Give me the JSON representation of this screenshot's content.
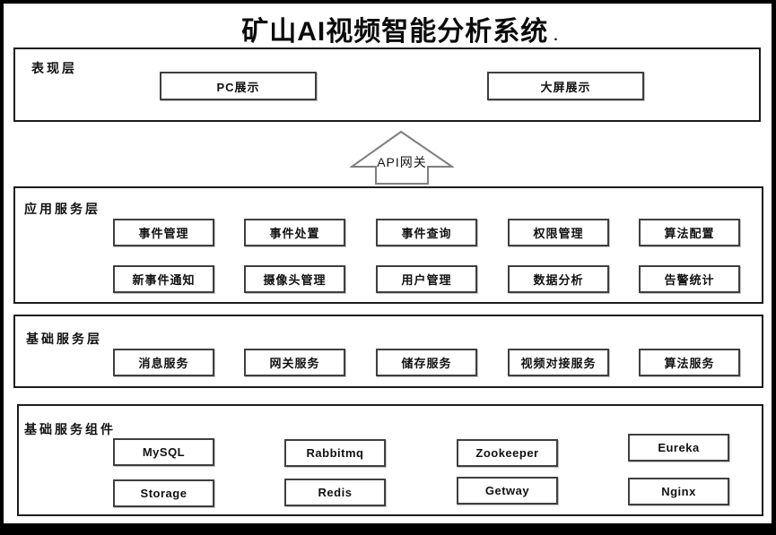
{
  "title": {
    "text": "矿山AI视频智能分析系统",
    "suffix": "."
  },
  "gateway": {
    "label": "API网关"
  },
  "layers": [
    {
      "label": "表现层",
      "rows": [
        [
          "PC展示",
          "大屏展示"
        ]
      ]
    },
    {
      "label": "应用服务层",
      "rows": [
        [
          "事件管理",
          "事件处置",
          "事件查询",
          "权限管理",
          "算法配置"
        ],
        [
          "新事件通知",
          "摄像头管理",
          "用户管理",
          "数据分析",
          "告警统计"
        ]
      ]
    },
    {
      "label": "基础服务层",
      "rows": [
        [
          "消息服务",
          "网关服务",
          "储存服务",
          "视频对接服务",
          "算法服务"
        ]
      ]
    },
    {
      "label": "基础服务组件",
      "rows": [
        [
          "MySQL",
          "Rabbitmq",
          "Zookeeper",
          "Eureka"
        ],
        [
          "Storage",
          "Redis",
          "Getway",
          "Nginx"
        ]
      ]
    }
  ],
  "colors": {
    "frame": "#000000",
    "section_border": "#1c1c1c",
    "box_border": "#3f3f3f",
    "arrow_stroke": "#7f7f7f"
  }
}
